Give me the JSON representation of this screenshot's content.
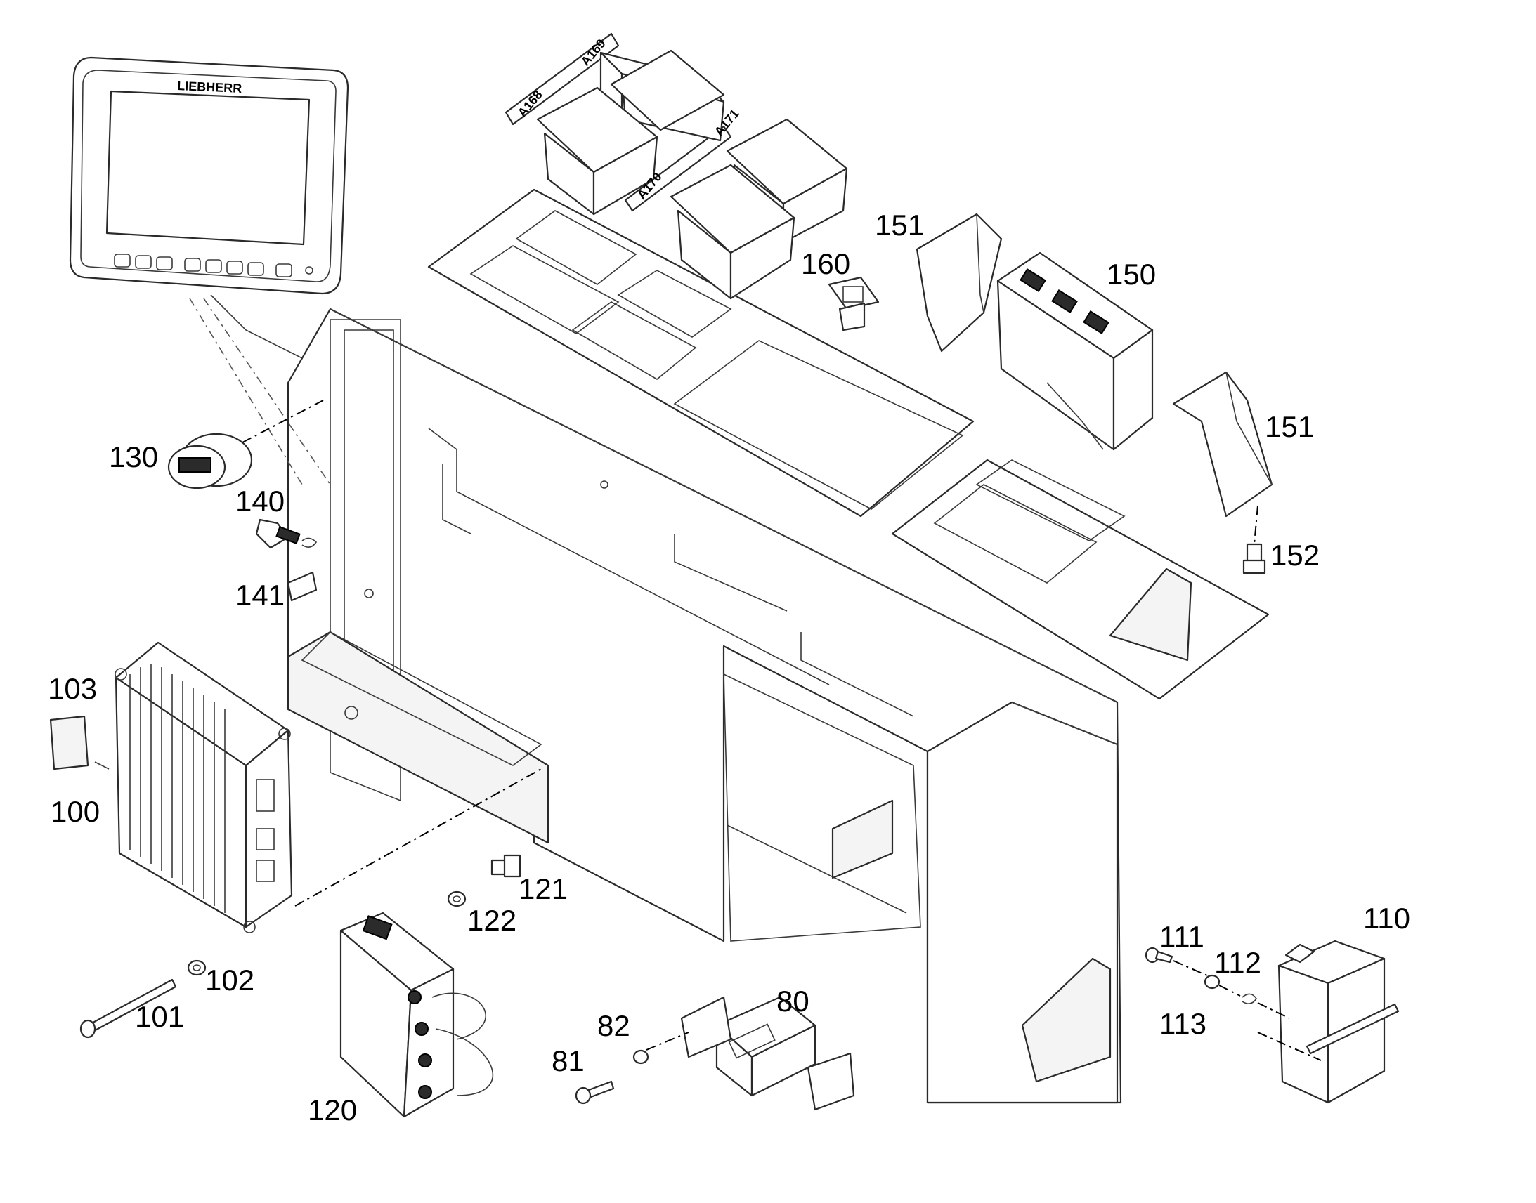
{
  "diagram": {
    "brand_text": "LIEBHERR",
    "module_tags": [
      "A168",
      "A169",
      "A170",
      "A171"
    ],
    "callouts": [
      "80",
      "81",
      "82",
      "100",
      "101",
      "102",
      "103",
      "110",
      "111",
      "112",
      "113",
      "120",
      "121",
      "122",
      "130",
      "140",
      "141",
      "150",
      "151",
      "151",
      "152",
      "160"
    ]
  }
}
